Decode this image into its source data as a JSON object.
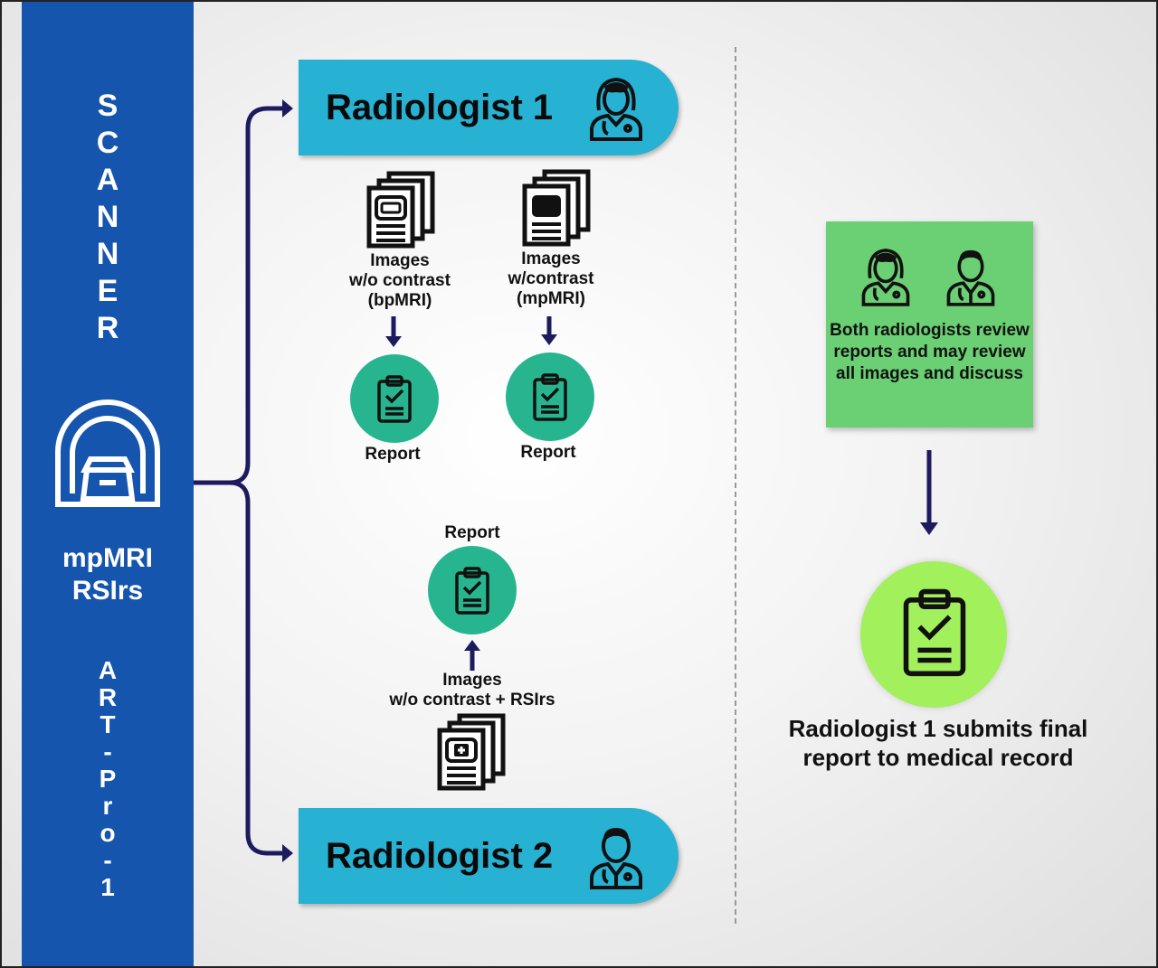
{
  "sidebar": {
    "title_letters": [
      "S",
      "C",
      "A",
      "N",
      "N",
      "E",
      "R"
    ],
    "labels": [
      "mpMRI",
      "RSIrs"
    ],
    "trial_letters": [
      "A",
      "R",
      "T",
      "-",
      "P",
      "r",
      "o",
      "-",
      "1"
    ]
  },
  "radiologist1": {
    "label": "Radiologist 1"
  },
  "radiologist2": {
    "label": "Radiologist 2"
  },
  "images_no_contrast": {
    "line1": "Images",
    "line2": "w/o contrast",
    "line3": "(bpMRI)"
  },
  "images_contrast": {
    "line1": "Images",
    "line2": "w/contrast",
    "line3": "(mpMRI)"
  },
  "images_rsi": {
    "line1": "Images",
    "line2": "w/o contrast + RSIrs"
  },
  "report_labels": {
    "report1": "Report",
    "report2": "Report",
    "report3": "Report"
  },
  "review_box": {
    "text": "Both radiologists review reports and may review all images and discuss"
  },
  "final": {
    "line1": "Radiologist 1 submits final",
    "line2": "report to medical record"
  },
  "colors": {
    "sidebar": "#1555ad",
    "radiologist_bar": "#27b1d2",
    "report_circle": "#27b590",
    "review_box": "#6bcf73",
    "final_circle": "#a3f05d",
    "arrow": "#1d1b5e"
  }
}
